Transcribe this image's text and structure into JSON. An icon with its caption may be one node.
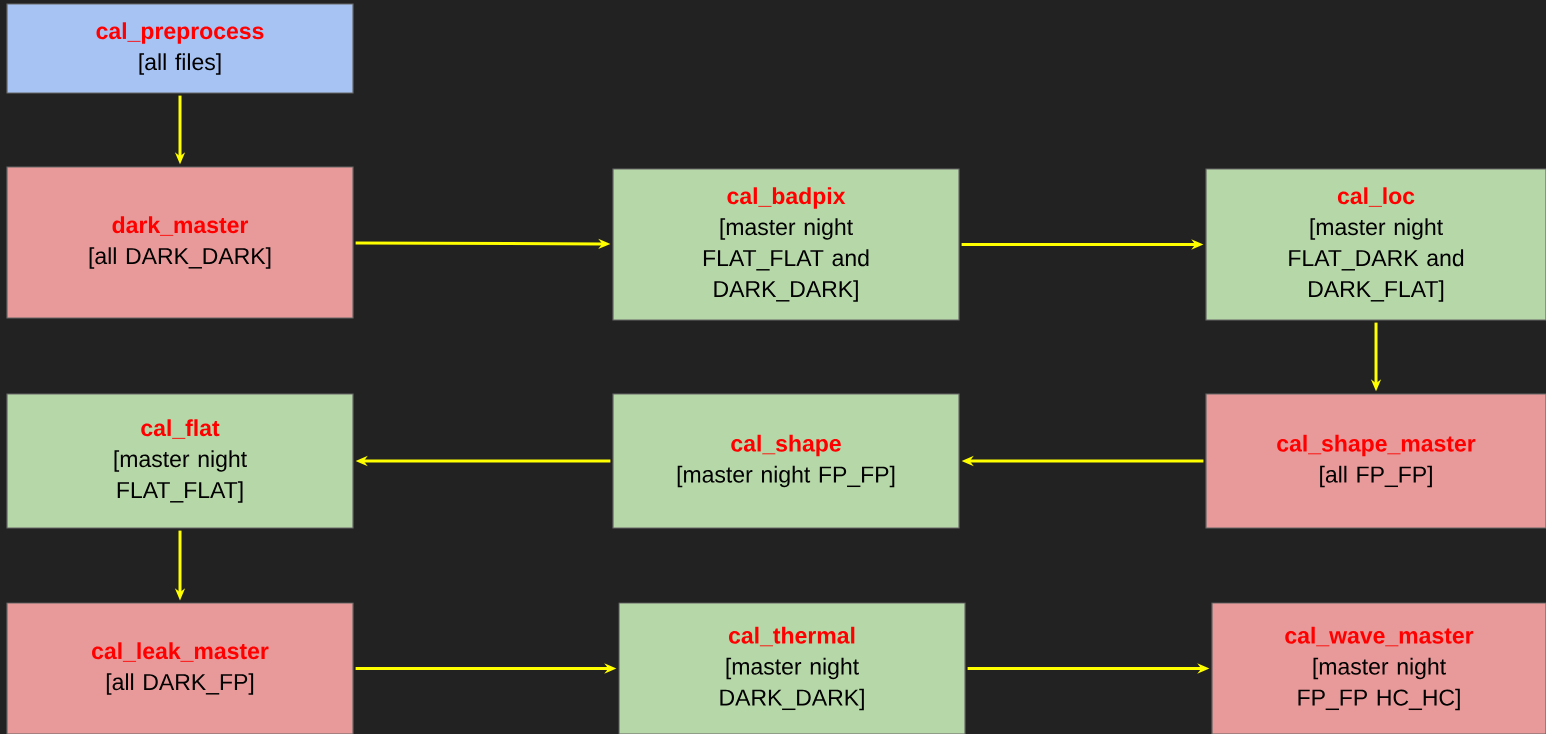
{
  "diagram": {
    "nodes": [
      {
        "text": [
          "cal_preprocess",
          "[all files]"
        ]
      },
      {
        "text": [
          "dark_master",
          "[all DARK_DARK]"
        ]
      },
      {
        "text": [
          "cal_badpix",
          "[master night FLAT_FLAT and DARK_DARK]"
        ]
      },
      {
        "text": [
          "cal_loc",
          "[master night FLAT_DARK and DARK_FLAT]"
        ]
      },
      {
        "text": [
          "cal_flat",
          "[master night FLAT_FLAT]"
        ]
      },
      {
        "text": [
          "cal_shape",
          "[master night FP_FP]"
        ]
      },
      {
        "text": [
          "cal_shape_master",
          "[all FP_FP]"
        ]
      },
      {
        "text": [
          "cal_leak_master",
          "[all DARK_FP]"
        ]
      },
      {
        "text": [
          "cal_thermal",
          "[master night DARK_DARK]"
        ]
      },
      {
        "text": [
          "cal_wave_master",
          "[master night FP_FP HC_HC]"
        ]
      }
    ],
    "edges": [
      {
        "from": 0,
        "to": 1,
        "arrow": "to"
      },
      {
        "from": 1,
        "to": 2,
        "arrow": "to"
      },
      {
        "from": 2,
        "to": 3,
        "arrow": "to"
      },
      {
        "from": 3,
        "to": 6,
        "arrow": "to"
      },
      {
        "from": 6,
        "to": 5,
        "arrow": "to"
      },
      {
        "from": 5,
        "to": 4,
        "arrow": "to"
      },
      {
        "from": 4,
        "to": 7,
        "arrow": "to"
      },
      {
        "from": 7,
        "to": 8,
        "arrow": "to"
      },
      {
        "from": 8,
        "to": 9,
        "arrow": "to"
      }
    ]
  }
}
